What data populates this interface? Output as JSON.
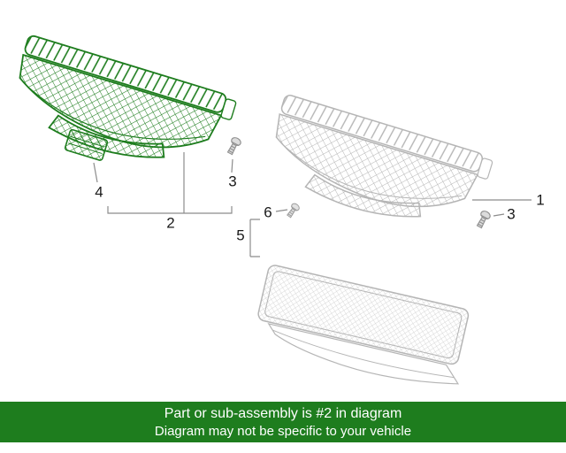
{
  "diagram": {
    "callouts": [
      {
        "id": "4",
        "label": "4"
      },
      {
        "id": "2",
        "label": "2"
      },
      {
        "id": "3-left",
        "label": "3"
      },
      {
        "id": "6",
        "label": "6"
      },
      {
        "id": "5",
        "label": "5"
      },
      {
        "id": "3-right",
        "label": "3"
      },
      {
        "id": "1",
        "label": "1"
      }
    ]
  },
  "banner": {
    "line1": "Part or sub-assembly is #2 in diagram",
    "line2": "Diagram may not be specific to your vehicle"
  },
  "colors": {
    "highlight_green": "#1e7d1e",
    "banner_green": "#1e7d1e",
    "outline_gray": "#b5b5b5",
    "callout_text": "#1a1a1a"
  }
}
